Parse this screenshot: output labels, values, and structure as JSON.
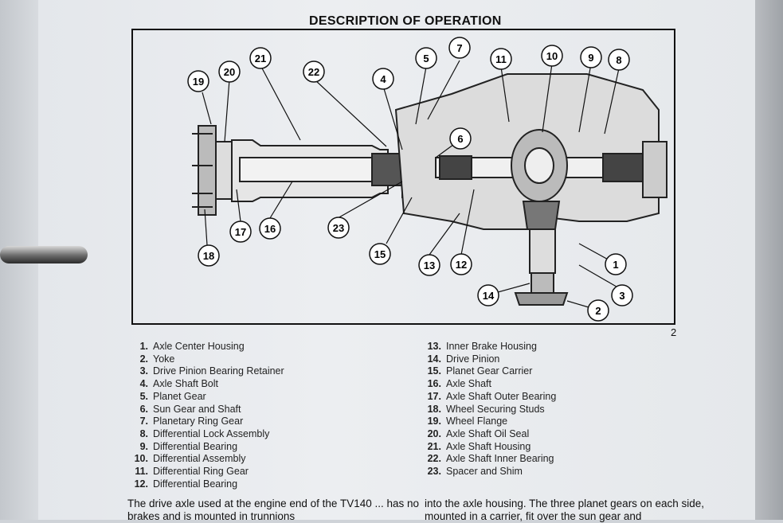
{
  "heading": "DESCRIPTION OF OPERATION",
  "figure_number": "2",
  "callouts": [
    "1",
    "2",
    "3",
    "4",
    "5",
    "6",
    "7",
    "8",
    "9",
    "10",
    "11",
    "12",
    "13",
    "14",
    "15",
    "16",
    "17",
    "18",
    "19",
    "20",
    "21",
    "22",
    "23"
  ],
  "legend_left": [
    {
      "num": "1.",
      "label": "Axle Center Housing"
    },
    {
      "num": "2.",
      "label": "Yoke"
    },
    {
      "num": "3.",
      "label": "Drive Pinion Bearing Retainer"
    },
    {
      "num": "4.",
      "label": "Axle Shaft Bolt"
    },
    {
      "num": "5.",
      "label": "Planet Gear"
    },
    {
      "num": "6.",
      "label": "Sun Gear and Shaft"
    },
    {
      "num": "7.",
      "label": "Planetary Ring Gear"
    },
    {
      "num": "8.",
      "label": "Differential Lock Assembly"
    },
    {
      "num": "9.",
      "label": "Differential Bearing"
    },
    {
      "num": "10.",
      "label": "Differential Assembly"
    },
    {
      "num": "11.",
      "label": "Differential Ring Gear"
    },
    {
      "num": "12.",
      "label": "Differential Bearing"
    }
  ],
  "legend_right": [
    {
      "num": "13.",
      "label": "Inner Brake Housing"
    },
    {
      "num": "14.",
      "label": "Drive Pinion"
    },
    {
      "num": "15.",
      "label": "Planet Gear Carrier"
    },
    {
      "num": "16.",
      "label": "Axle Shaft"
    },
    {
      "num": "17.",
      "label": "Axle Shaft Outer Bearing"
    },
    {
      "num": "18.",
      "label": "Wheel Securing Studs"
    },
    {
      "num": "19.",
      "label": "Wheel Flange"
    },
    {
      "num": "20.",
      "label": "Axle Shaft Oil Seal"
    },
    {
      "num": "21.",
      "label": "Axle Shaft Housing"
    },
    {
      "num": "22.",
      "label": "Axle Shaft Inner Bearing"
    },
    {
      "num": "23.",
      "label": "Spacer and Shim"
    }
  ],
  "paragraph_left": "The drive axle used at the engine end of the TV140 ... has no brakes and is mounted in trunnions",
  "paragraph_right": "into the axle housing. The three planet gears on each side, mounted in a carrier, fit over the sun gear and"
}
